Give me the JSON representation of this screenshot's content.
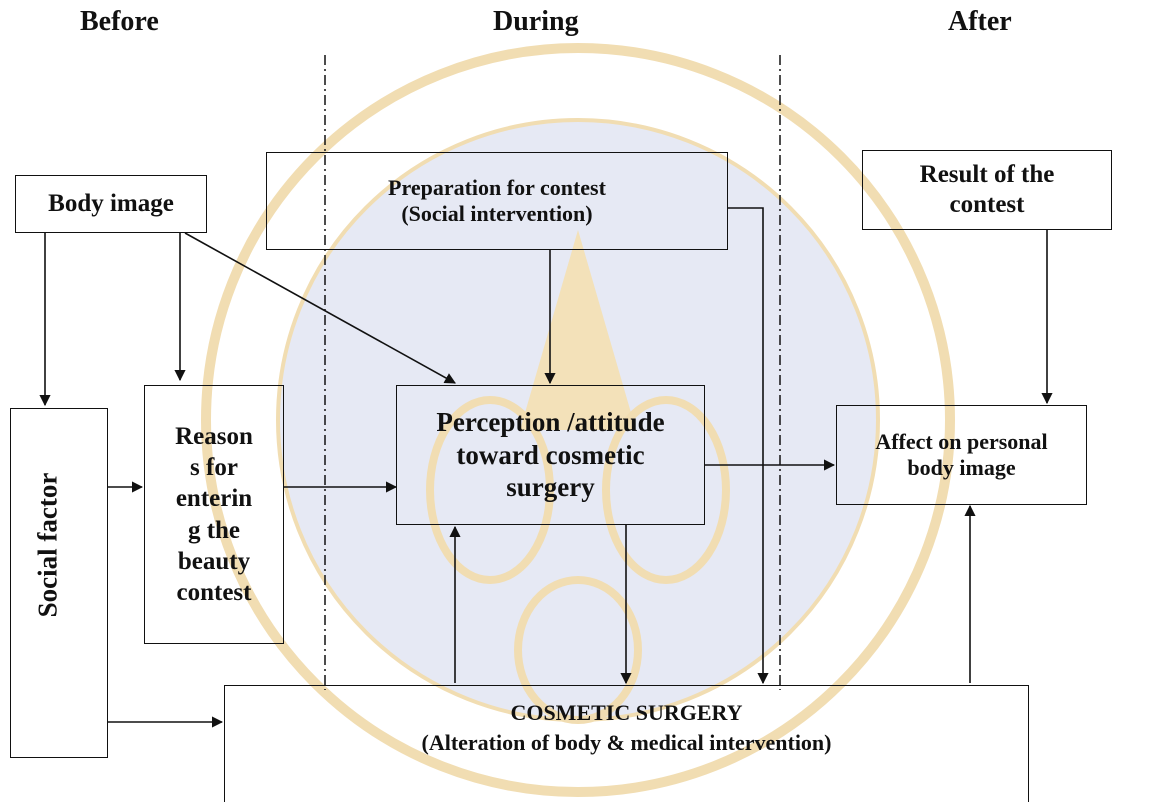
{
  "phases": {
    "before": "Before",
    "during": "During",
    "after": "After"
  },
  "boxes": {
    "body_image": "Body image",
    "preparation": {
      "line1": "Preparation for contest",
      "line2": "(Social intervention)"
    },
    "result": {
      "line1": "Result of the",
      "line2": "contest"
    },
    "reasons": {
      "l1": "Reason",
      "l2": "s for",
      "l3": "enterin",
      "l4": "g the",
      "l5": "beauty",
      "l6": "contest"
    },
    "perception": {
      "line1": "Perception /attitude",
      "line2": "toward cosmetic",
      "line3": "surgery"
    },
    "affect": {
      "line1": "Affect on personal",
      "line2": "body image"
    },
    "social_factor": "Social factor",
    "cosmetic_surgery": {
      "title": "COSMETIC SURGERY",
      "subtitle": "(Alteration of body & medical intervention)"
    }
  },
  "colors": {
    "line": "#111111",
    "watermark": "#e8c37a",
    "watermark_fill": "#dfe3f1"
  }
}
